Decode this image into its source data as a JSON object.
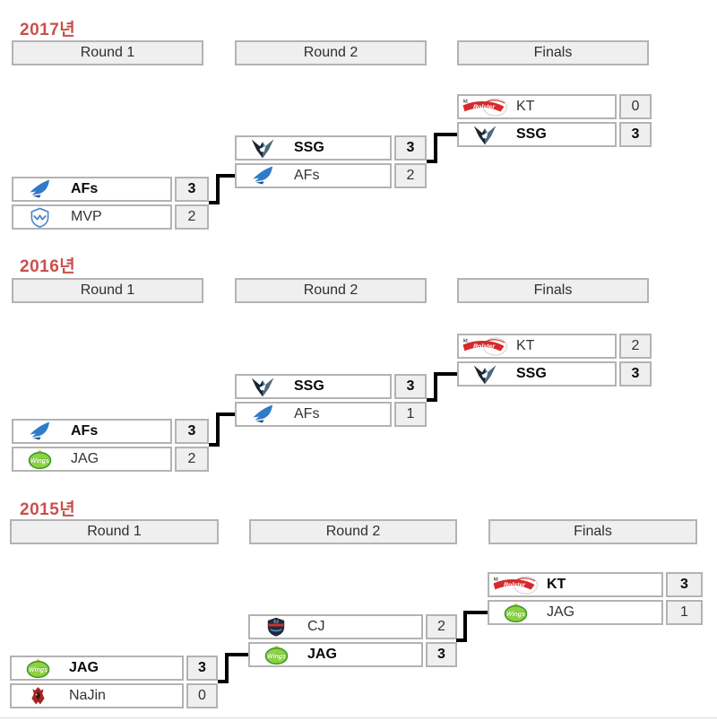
{
  "colors": {
    "year_label": "#c9504c",
    "box_border": "#b3b3b3",
    "shaded_cell_bg": "#efefef",
    "connector": "#000000",
    "background": "#ffffff"
  },
  "brackets": [
    {
      "year_label": "2017년",
      "headers": [
        "Round 1",
        "Round 2",
        "Finals"
      ],
      "matches": {
        "round1": {
          "teams": [
            {
              "name": "AFs",
              "score": "3",
              "winner": true,
              "logo": "afs-wing-logo"
            },
            {
              "name": "MVP",
              "score": "2",
              "winner": false,
              "logo": "mvp-shield-logo"
            }
          ]
        },
        "round2": {
          "teams": [
            {
              "name": "SSG",
              "score": "3",
              "winner": true,
              "logo": "ssg-wing-shield-logo"
            },
            {
              "name": "AFs",
              "score": "2",
              "winner": false,
              "logo": "afs-wing-logo"
            }
          ]
        },
        "finals": {
          "teams": [
            {
              "name": "KT",
              "score": "0",
              "winner": false,
              "logo": "kt-rolster-logo"
            },
            {
              "name": "SSG",
              "score": "3",
              "winner": true,
              "logo": "ssg-wing-shield-logo"
            }
          ]
        }
      }
    },
    {
      "year_label": "2016년",
      "headers": [
        "Round 1",
        "Round 2",
        "Finals"
      ],
      "matches": {
        "round1": {
          "teams": [
            {
              "name": "AFs",
              "score": "3",
              "winner": true,
              "logo": "afs-wing-logo"
            },
            {
              "name": "JAG",
              "score": "2",
              "winner": false,
              "logo": "jag-greenwings-logo"
            }
          ]
        },
        "round2": {
          "teams": [
            {
              "name": "SSG",
              "score": "3",
              "winner": true,
              "logo": "ssg-wing-shield-logo"
            },
            {
              "name": "AFs",
              "score": "1",
              "winner": false,
              "logo": "afs-wing-logo"
            }
          ]
        },
        "finals": {
          "teams": [
            {
              "name": "KT",
              "score": "2",
              "winner": false,
              "logo": "kt-rolster-logo"
            },
            {
              "name": "SSG",
              "score": "3",
              "winner": true,
              "logo": "ssg-wing-shield-logo"
            }
          ]
        }
      }
    },
    {
      "year_label": "2015년",
      "headers": [
        "Round 1",
        "Round 2",
        "Finals"
      ],
      "matches": {
        "round1": {
          "teams": [
            {
              "name": "JAG",
              "score": "3",
              "winner": true,
              "logo": "jag-greenwings-logo"
            },
            {
              "name": "NaJin",
              "score": "0",
              "winner": false,
              "logo": "najin-emfire-logo"
            }
          ]
        },
        "round2": {
          "teams": [
            {
              "name": "CJ",
              "score": "2",
              "winner": false,
              "logo": "cj-entus-logo"
            },
            {
              "name": "JAG",
              "score": "3",
              "winner": true,
              "logo": "jag-greenwings-logo"
            }
          ]
        },
        "finals": {
          "teams": [
            {
              "name": "KT",
              "score": "3",
              "winner": true,
              "logo": "kt-rolster-logo"
            },
            {
              "name": "JAG",
              "score": "1",
              "winner": false,
              "logo": "jag-greenwings-logo"
            }
          ]
        }
      }
    }
  ]
}
